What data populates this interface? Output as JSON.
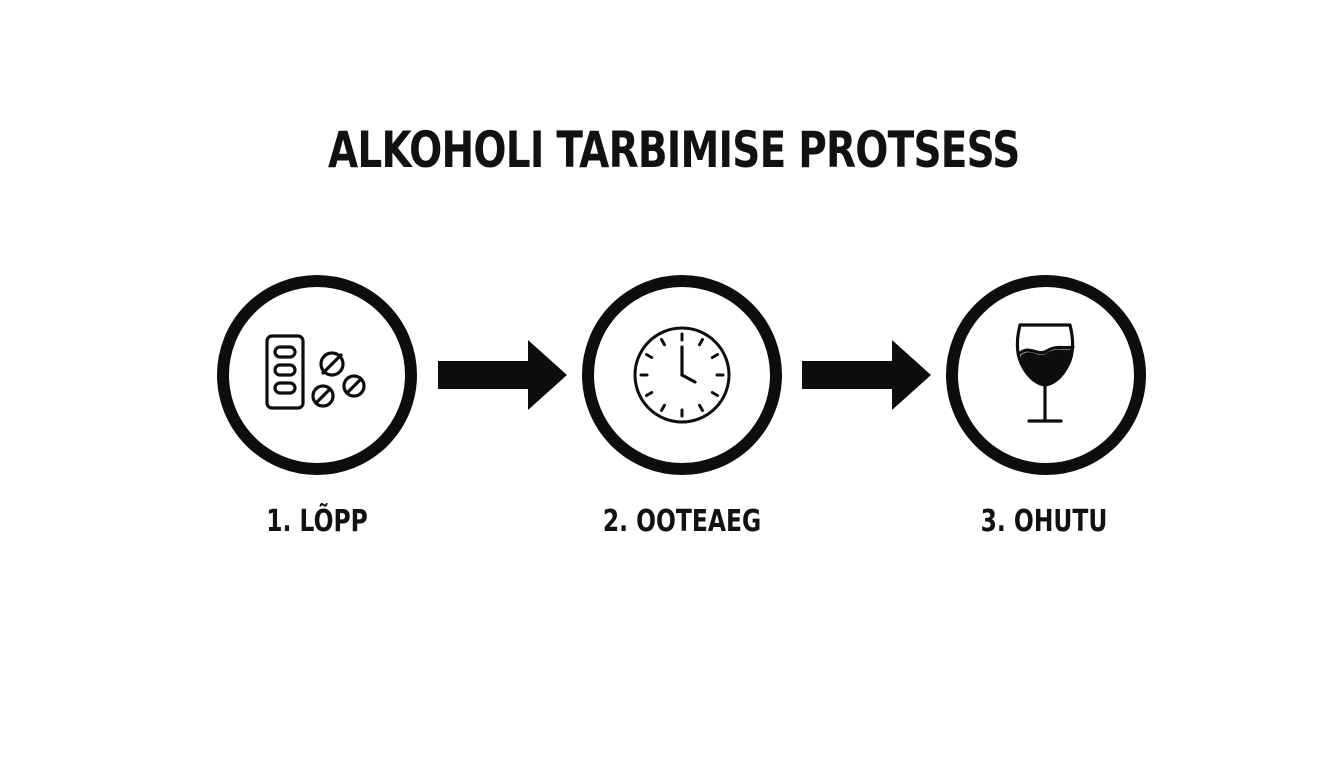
{
  "diagram": {
    "title": "ALKOHOLI TARBIMISE PROTSESS",
    "steps": [
      {
        "label": "1. LÕPP",
        "icon": "pills-icon"
      },
      {
        "label": "2. OOTEAEG",
        "icon": "clock-icon"
      },
      {
        "label": "3. OHUTU",
        "icon": "wine-glass-icon"
      }
    ],
    "colors": {
      "foreground": "#0d0d0d",
      "background": "#ffffff"
    }
  }
}
